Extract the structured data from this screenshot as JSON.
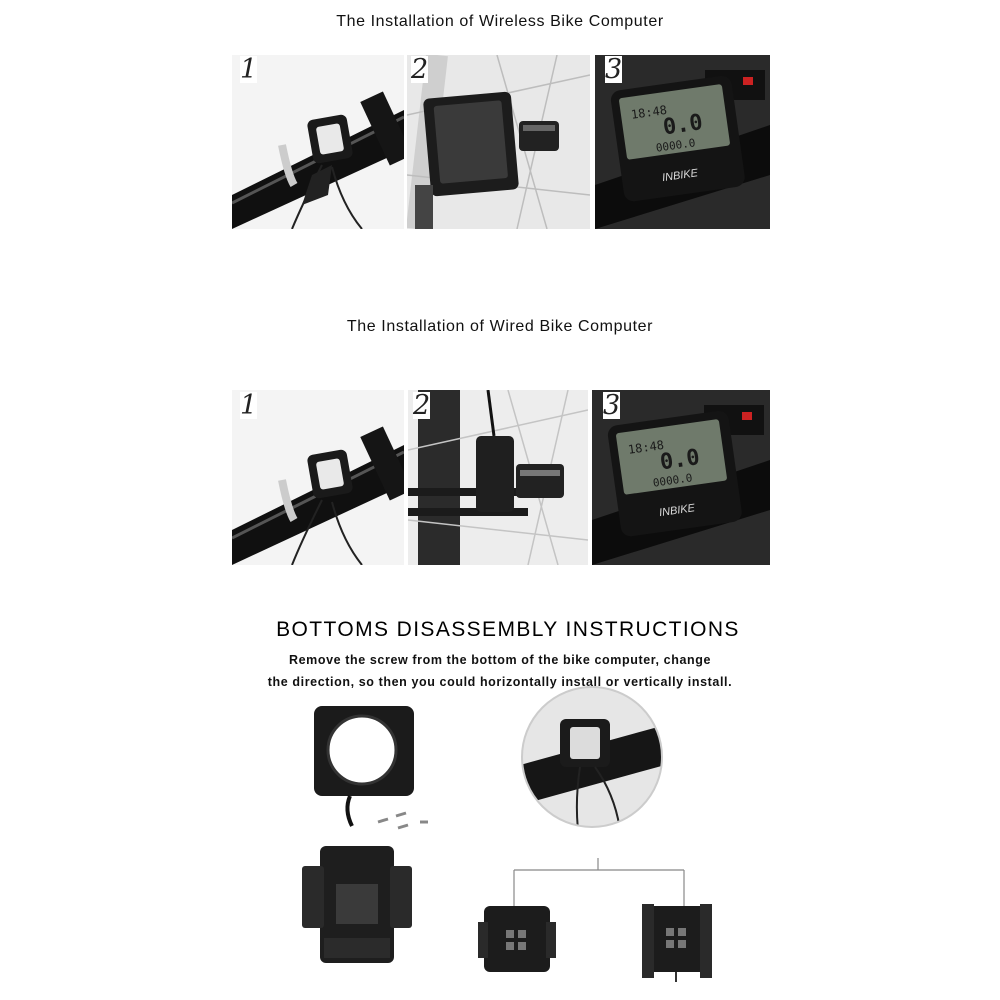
{
  "sections": {
    "wireless": {
      "title": "The Installation of Wireless Bike Computer",
      "steps": [
        "1",
        "2",
        "3"
      ]
    },
    "wired": {
      "title": "The Installation of Wired Bike Computer",
      "steps": [
        "1",
        "2",
        "3"
      ]
    }
  },
  "disassembly": {
    "heading": "BOTTOMS DISASSEMBLY INSTRUCTIONS",
    "line1": "Remove the screw from  the bottom of the bike computer, change",
    "line2": "the direction, so then you could horizontally install or vertically install."
  },
  "device": {
    "brand": "INBIKE",
    "display_top": "18:48",
    "display_main": "0.0",
    "display_bottom": "0000.0"
  },
  "icons": [
    "handlebar-mount-photo",
    "wheel-sensor-photo",
    "bike-computer-photo",
    "bracket-photo",
    "screw-icon"
  ]
}
